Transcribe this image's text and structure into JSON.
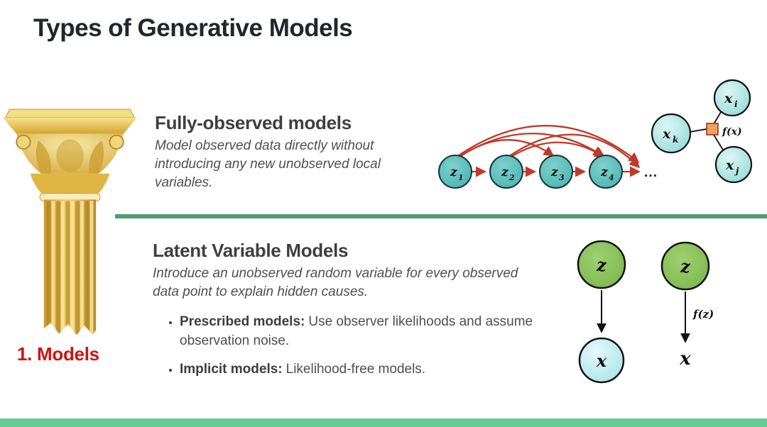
{
  "slide": {
    "title": "Types of Generative Models",
    "pillar_caption": "1. Models"
  },
  "fully_observed": {
    "heading": "Fully-observed models",
    "description": "Model observed data directly without introducing any new unobserved local variables."
  },
  "latent": {
    "heading": "Latent Variable Models",
    "description": "Introduce an unobserved random variable for every observed data point to explain hidden causes.",
    "bullets": [
      {
        "term": "Prescribed models:",
        "text": "Use observer likelihoods and assume observation noise."
      },
      {
        "term": "Implicit models:",
        "text": "Likelihood-free models."
      }
    ]
  },
  "chain_diagram": {
    "nodes": [
      {
        "label": "z",
        "sub": "1"
      },
      {
        "label": "z",
        "sub": "2"
      },
      {
        "label": "z",
        "sub": "3"
      },
      {
        "label": "z",
        "sub": "4"
      }
    ],
    "ellipsis": "…"
  },
  "factor_diagram": {
    "nodes": [
      {
        "label": "x",
        "sub": "k"
      },
      {
        "label": "x",
        "sub": "i"
      },
      {
        "label": "x",
        "sub": "j"
      }
    ],
    "factor_label": "f(x)"
  },
  "latent_diagrams": {
    "prescribed": {
      "top": "z",
      "bottom": "x"
    },
    "implicit": {
      "top": "z",
      "arrow_label": "f(z)",
      "bottom": "x"
    }
  },
  "colors": {
    "divider_green": "#4e9e72",
    "footer_green": "#63cd90",
    "arrow_red": "#c0392b",
    "chain_node_teal": "#4cb8b4",
    "latent_node_green": "#82be52",
    "observed_node_cyan": "#aee7ea",
    "factor_square_orange": "#f2a257",
    "caption_red": "#d01212",
    "title_dark": "#21262c"
  }
}
